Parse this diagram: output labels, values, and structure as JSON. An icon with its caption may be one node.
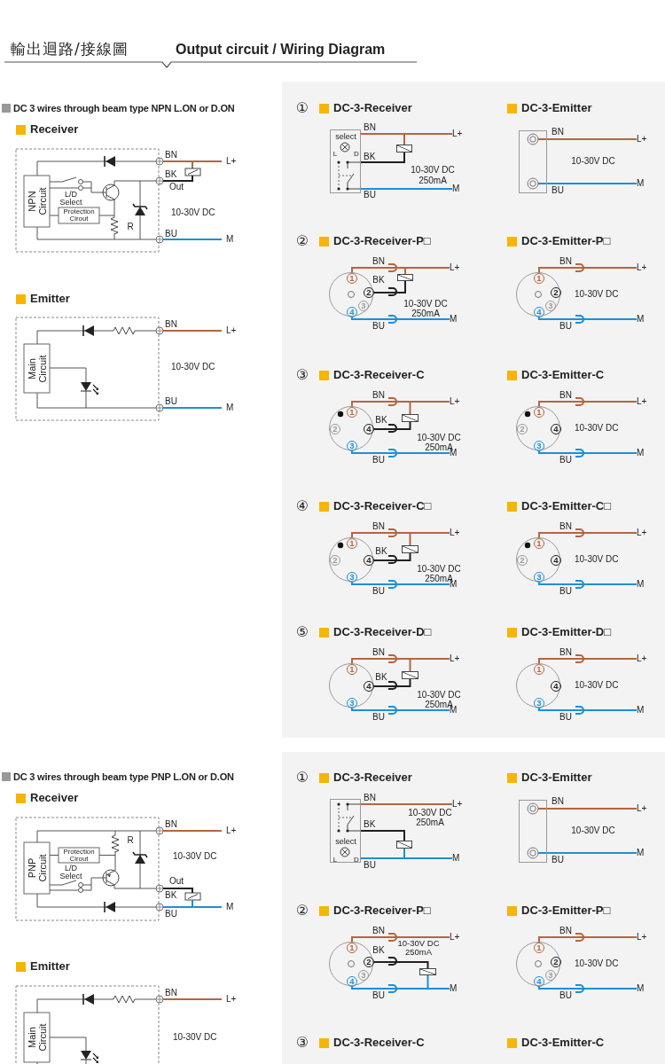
{
  "diagram": {
    "title": "輸出迴路/接線圖",
    "nodes": [
      {
        "text": [
          "select",
          "L",
          "D"
        ]
      },
      {
        "text": [],
        "shape": "box"
      },
      {
        "text": [
          "L+"
        ]
      },
      {
        "text": [
          "M"
        ]
      },
      {
        "text": [],
        "shape": "box"
      },
      {
        "text": [
          "L+"
        ]
      },
      {
        "text": [
          "M"
        ]
      },
      {
        "text": [],
        "shape": "circle"
      },
      {
        "text": [
          "1"
        ],
        "in": 7
      },
      {
        "text": [
          "2"
        ],
        "in": 7
      },
      {
        "text": [
          "3"
        ],
        "in": 7
      },
      {
        "text": [
          "4"
        ],
        "in": 7
      },
      {
        "text": [],
        "shape": "box"
      },
      {
        "text": [
          "L+"
        ]
      },
      {
        "text": [
          "M"
        ]
      },
      {
        "text": [],
        "shape": "circle"
      },
      {
        "text": [
          "1"
        ],
        "in": 15
      },
      {
        "text": [
          "2"
        ],
        "in": 15
      },
      {
        "text": [
          "3"
        ],
        "in": 15
      },
      {
        "text": [
          "4"
        ],
        "in": 15
      },
      {
        "text": [
          "L+"
        ]
      },
      {
        "text": [
          "M"
        ]
      },
      {
        "text": [],
        "shape": "circle"
      },
      {
        "text": [
          "1"
        ],
        "in": 22
      },
      {
        "text": [
          "2"
        ],
        "in": 22
      },
      {
        "text": [
          "4"
        ],
        "in": 22
      },
      {
        "text": [
          "3"
        ],
        "in": 22
      },
      {
        "text": [],
        "shape": "box"
      },
      {
        "text": [
          "L+"
        ]
      },
      {
        "text": [
          "M"
        ]
      },
      {
        "text": [],
        "shape": "circle"
      },
      {
        "text": [
          "1"
        ],
        "in": 30
      },
      {
        "text": [
          "2"
        ],
        "in": 30
      },
      {
        "text": [
          "4"
        ],
        "in": 30
      },
      {
        "text": [
          "3"
        ],
        "in": 30
      },
      {
        "text": [
          "L+"
        ]
      },
      {
        "text": [
          "M"
        ]
      },
      {
        "text": [],
        "shape": "circle"
      },
      {
        "text": [
          "1"
        ],
        "in": 37
      },
      {
        "text": [
          "2"
        ],
        "in": 37
      },
      {
        "text": [
          "4"
        ],
        "in": 37
      },
      {
        "text": [
          "3"
        ],
        "in": 37
      },
      {
        "text": [],
        "shape": "box"
      },
      {
        "text": [
          "L+"
        ]
      },
      {
        "text": [
          "M"
        ]
      },
      {
        "text": [],
        "shape": "circle"
      },
      {
        "text": [
          "1"
        ],
        "in": 45
      },
      {
        "text": [
          "2"
        ],
        "in": 45
      },
      {
        "text": [
          "4"
        ],
        "in": 45
      },
      {
        "text": [
          "3"
        ],
        "in": 45
      },
      {
        "text": [
          "L+"
        ]
      },
      {
        "text": [
          "M"
        ]
      },
      {
        "text": [],
        "shape": "circle"
      },
      {
        "text": [
          "1"
        ],
        "in": 52
      },
      {
        "text": [
          "4"
        ],
        "in": 52
      },
      {
        "text": [
          "3"
        ],
        "in": 52
      },
      {
        "text": [],
        "shape": "box"
      },
      {
        "text": [
          "L+"
        ]
      },
      {
        "text": [
          "M"
        ]
      },
      {
        "text": [],
        "shape": "circle"
      },
      {
        "text": [
          "1"
        ],
        "in": 59
      },
      {
        "text": [
          "4"
        ],
        "in": 59
      },
      {
        "text": [
          "3"
        ],
        "in": 59
      },
      {
        "text": [
          "L+"
        ]
      },
      {
        "text": [
          "M"
        ]
      },
      {
        "text": [
          "select",
          "L",
          "D"
        ]
      },
      {
        "text": [],
        "shape": "box"
      },
      {
        "text": [
          "L+"
        ]
      },
      {
        "text": [
          "M"
        ]
      },
      {
        "text": [],
        "shape": "box"
      },
      {
        "text": [
          "L+"
        ]
      },
      {
        "text": [
          "M"
        ]
      },
      {
        "text": [],
        "shape": "circle"
      },
      {
        "text": [
          "1"
        ],
        "in": 72
      },
      {
        "text": [
          "2"
        ],
        "in": 72
      },
      {
        "text": [
          "3"
        ],
        "in": 72
      },
      {
        "text": [
          "4"
        ],
        "in": 72
      },
      {
        "text": [],
        "shape": "box"
      },
      {
        "text": [
          "L+"
        ]
      },
      {
        "text": [
          "M"
        ]
      },
      {
        "text": [],
        "shape": "circle"
      },
      {
        "text": [
          "1"
        ],
        "in": 80
      },
      {
        "text": [
          "2"
        ],
        "in": 80
      },
      {
        "text": [
          "3"
        ],
        "in": 80
      },
      {
        "text": [
          "4"
        ],
        "in": 80
      },
      {
        "text": [
          "L+"
        ]
      },
      {
        "text": [
          "M"
        ]
      }
    ],
    "edges": [
      {
        "from": 0,
        "to": 2,
        "arrow": "none",
        "color": "#b5653f"
      },
      {
        "from": 0,
        "to": 3,
        "arrow": "none",
        "color": "#1d8fd8"
      },
      {
        "from": 0,
        "to": 1,
        "arrow": "none",
        "color": "#231f20"
      },
      {
        "from": 1,
        "to": 2,
        "arrow": "none",
        "color": "#b5653f"
      },
      {
        "from": 4,
        "to": 5,
        "arrow": "none",
        "color": "#b5653f"
      },
      {
        "from": 4,
        "to": 6,
        "arrow": "none",
        "color": "#1d8fd8"
      },
      {
        "from": 8,
        "to": 13,
        "arrow": "none",
        "color": "#b5653f"
      },
      {
        "from": 11,
        "to": 14,
        "arrow": "none",
        "color": "#1d8fd8"
      },
      {
        "from": 9,
        "to": 12,
        "arrow": "none",
        "color": "#231f20"
      },
      {
        "from": 12,
        "to": 13,
        "arrow": "none",
        "color": "#b5653f"
      },
      {
        "from": 16,
        "to": 20,
        "arrow": "none",
        "color": "#b5653f"
      },
      {
        "from": 19,
        "to": 21,
        "arrow": "none",
        "color": "#1d8fd8"
      },
      {
        "from": 23,
        "to": 28,
        "arrow": "none",
        "color": "#b5653f"
      },
      {
        "from": 26,
        "to": 29,
        "arrow": "none",
        "color": "#1d8fd8"
      },
      {
        "from": 25,
        "to": 27,
        "arrow": "none",
        "color": "#231f20"
      },
      {
        "from": 27,
        "to": 28,
        "arrow": "none",
        "color": "#b5653f"
      },
      {
        "from": 31,
        "to": 35,
        "arrow": "none",
        "color": "#b5653f"
      },
      {
        "from": 34,
        "to": 36,
        "arrow": "none",
        "color": "#1d8fd8"
      },
      {
        "from": 38,
        "to": 43,
        "arrow": "none",
        "color": "#b5653f"
      },
      {
        "from": 41,
        "to": 44,
        "arrow": "none",
        "color": "#1d8fd8"
      },
      {
        "from": 40,
        "to": 42,
        "arrow": "none",
        "color": "#231f20"
      },
      {
        "from": 42,
        "to": 43,
        "arrow": "none",
        "color": "#b5653f"
      },
      {
        "from": 46,
        "to": 50,
        "arrow": "none",
        "color": "#b5653f"
      },
      {
        "from": 49,
        "to": 51,
        "arrow": "none",
        "color": "#1d8fd8"
      },
      {
        "from": 53,
        "to": 57,
        "arrow": "none",
        "color": "#b5653f"
      },
      {
        "from": 55,
        "to": 58,
        "arrow": "none",
        "color": "#1d8fd8"
      },
      {
        "from": 54,
        "to": 56,
        "arrow": "none",
        "color": "#231f20"
      },
      {
        "from": 56,
        "to": 57,
        "arrow": "none",
        "color": "#b5653f"
      },
      {
        "from": 60,
        "to": 63,
        "arrow": "none",
        "color": "#b5653f"
      },
      {
        "from": 62,
        "to": 64,
        "arrow": "none",
        "color": "#1d8fd8"
      },
      {
        "from": 65,
        "to": 67,
        "arrow": "none",
        "color": "#b5653f"
      },
      {
        "from": 65,
        "to": 68,
        "arrow": "none",
        "color": "#1d8fd8"
      },
      {
        "from": 65,
        "to": 66,
        "arrow": "none",
        "color": "#231f20"
      },
      {
        "from": 66,
        "to": 68,
        "arrow": "none",
        "color": "#1d8fd8"
      },
      {
        "from": 69,
        "to": 70,
        "arrow": "none",
        "color": "#b5653f"
      },
      {
        "from": 69,
        "to": 71,
        "arrow": "none",
        "color": "#1d8fd8"
      },
      {
        "from": 73,
        "to": 78,
        "arrow": "none",
        "color": "#b5653f"
      },
      {
        "from": 76,
        "to": 79,
        "arrow": "none",
        "color": "#1d8fd8"
      },
      {
        "from": 74,
        "to": 77,
        "arrow": "none",
        "color": "#231f20"
      },
      {
        "from": 77,
        "to": 79,
        "arrow": "none",
        "color": "#1d8fd8"
      },
      {
        "from": 81,
        "to": 85,
        "arrow": "none",
        "color": "#b5653f"
      },
      {
        "from": 84,
        "to": 86,
        "arrow": "none",
        "color": "#1d8fd8"
      }
    ],
    "labels": [
      "Output circuit / Wiring Diagram",
      "DC 3 wires through beam type NPN L.ON or D.ON",
      "Receiver",
      "BN",
      "L+",
      "BK",
      "Out",
      "NPN Circuit",
      "L/D Select",
      "Protection Cirout",
      "10-30V DC",
      "R",
      "BU",
      "M",
      "Emitter",
      "BN",
      "L+",
      "Main Circuit",
      "10-30V DC",
      "BU",
      "M",
      "①",
      "DC-3-Receiver",
      "DC-3-Emitter",
      "BN",
      "BK",
      "10-30V DC 250mA",
      "BU",
      "BN",
      "10-30V DC",
      "BU",
      "②",
      "DC-3-Receiver-P□",
      "DC-3-Emitter-P□",
      "BN",
      "BK",
      "10-30V DC 250mA",
      "BU",
      "BN",
      "10-30V DC",
      "BU",
      "③",
      "DC-3-Receiver-C",
      "DC-3-Emitter-C",
      "BN",
      "BK",
      "10-30V DC 250mA",
      "BU",
      "BN",
      "10-30V DC",
      "BU",
      "④",
      "DC-3-Receiver-C□",
      "DC-3-Emitter-C□",
      "BN",
      "BK",
      "10-30V DC 250mA",
      "BU",
      "BN",
      "10-30V DC",
      "BU",
      "⑤",
      "DC-3-Receiver-D□",
      "DC-3-Emitter-D□",
      "BN",
      "BK",
      "10-30V DC 250mA",
      "BU",
      "BN",
      "10-30V DC",
      "BU",
      "DC 3 wires through beam type PNP L.ON or D.ON",
      "Receiver",
      "BN",
      "L+",
      "R",
      "PNP Circuit",
      "Protection Cirout",
      "10-30V DC",
      "L/D Select",
      "Out",
      "BK",
      "M",
      "BU",
      "Emitter",
      "BN",
      "L+",
      "Main Circuit",
      "10-30V DC",
      "①",
      "DC-3-Receiver",
      "DC-3-Emitter",
      "BN",
      "10-30V DC 250mA",
      "BK",
      "BU",
      "BN",
      "10-30V DC",
      "BU",
      "②",
      "DC-3-Receiver-P□",
      "DC-3-Emitter-P□",
      "BN",
      "10-30V DC 250mA",
      "BK",
      "BU",
      "BN",
      "10-30V DC",
      "BU",
      "③",
      "DC-3-Receiver-C",
      "DC-3-Emitter-C"
    ]
  }
}
